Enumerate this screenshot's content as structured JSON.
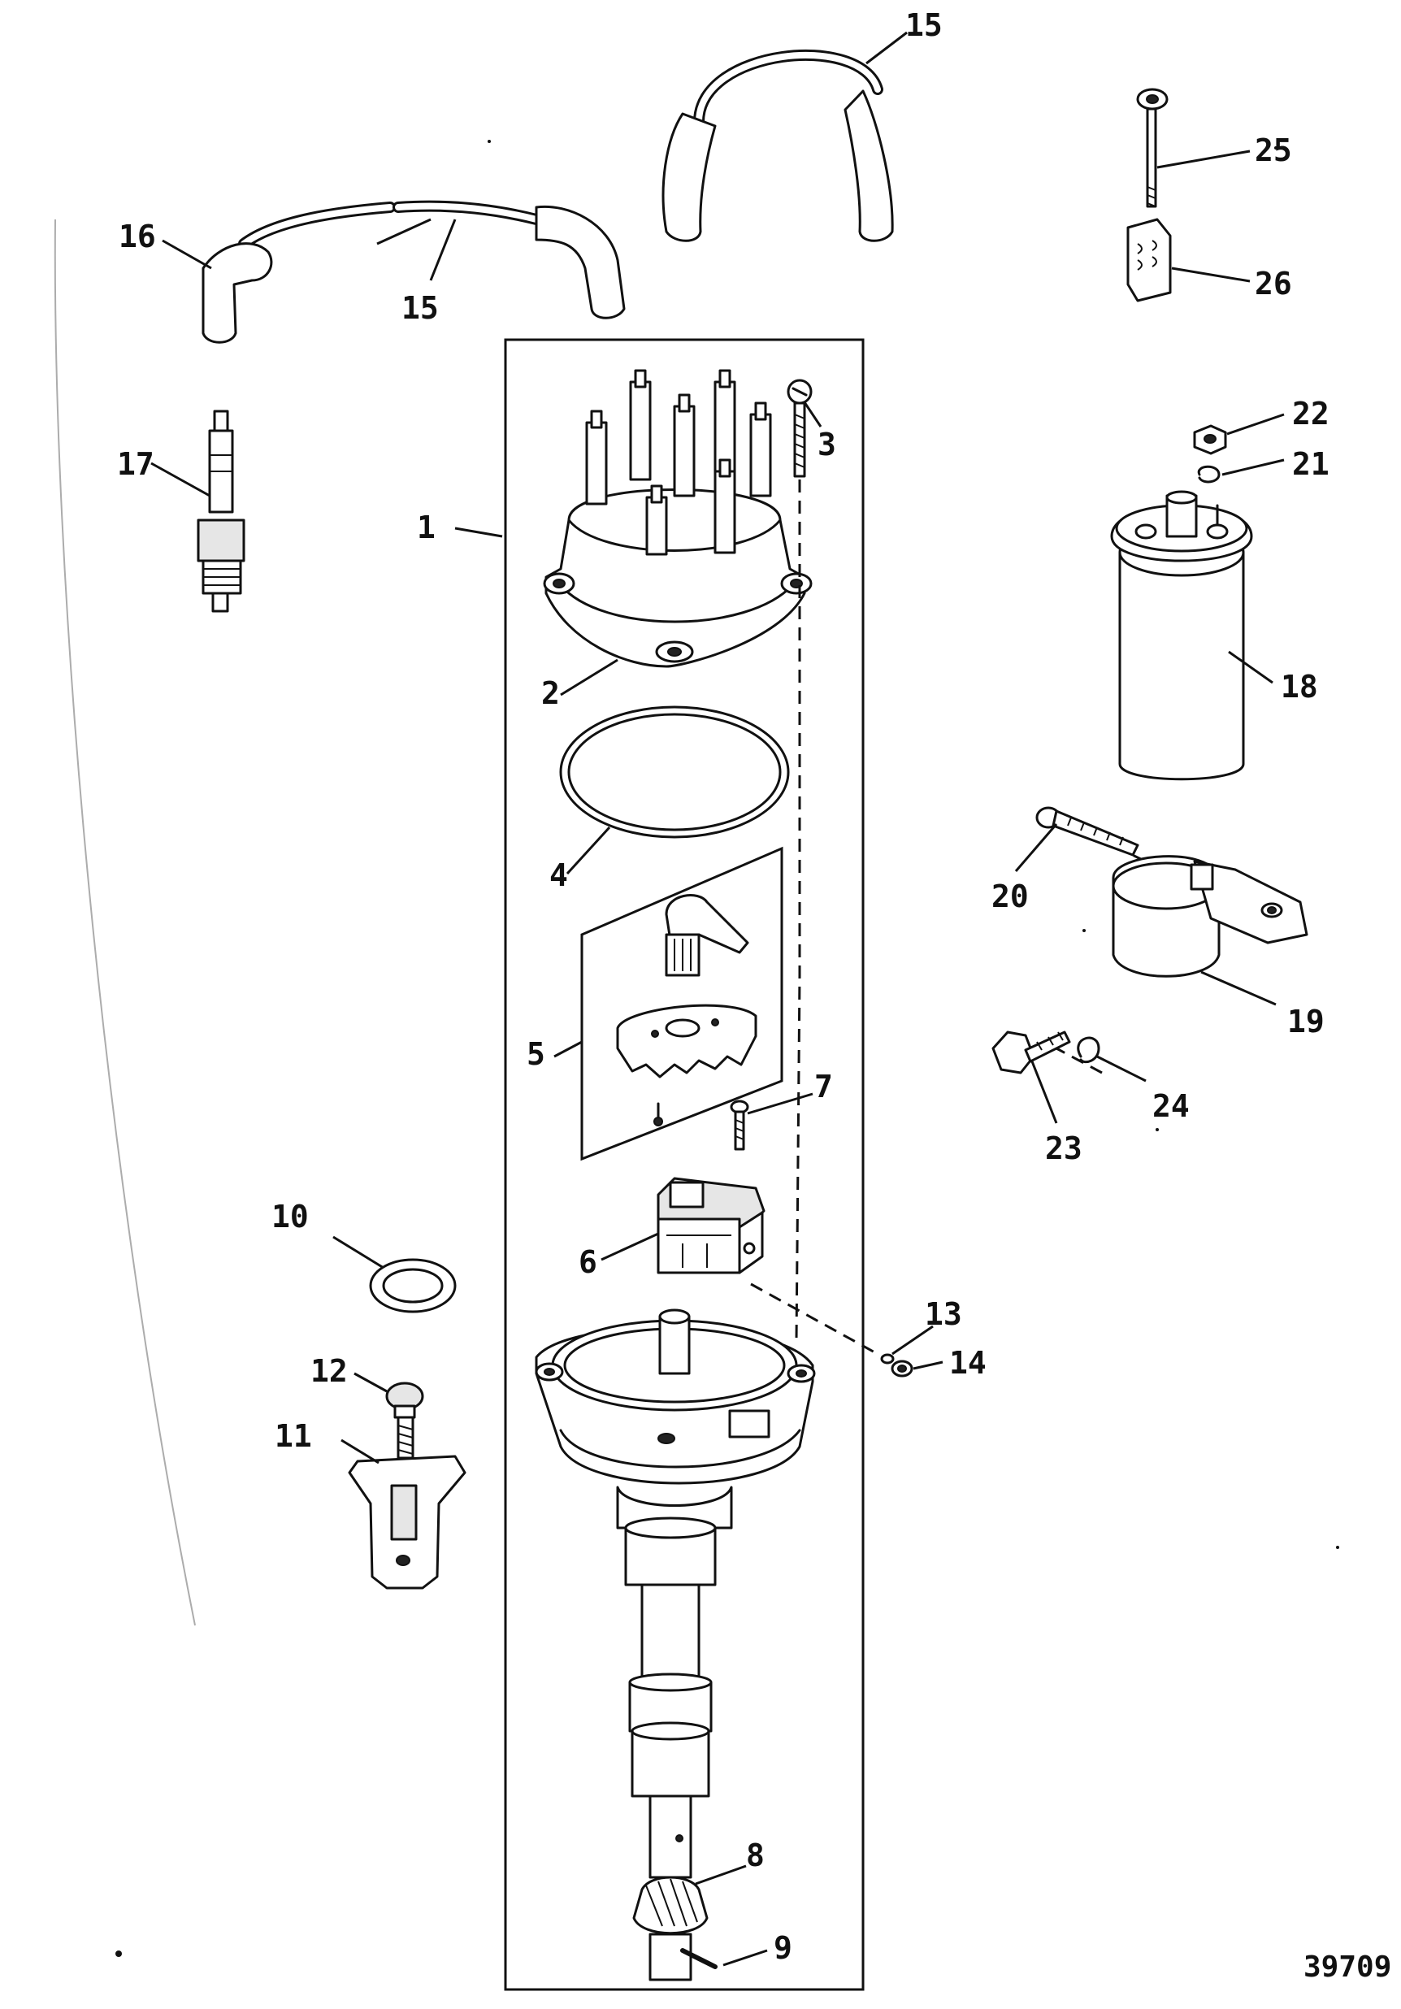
{
  "callouts": {
    "c1": "1",
    "c2": "2",
    "c3": "3",
    "c4": "4",
    "c5": "5",
    "c6": "6",
    "c7": "7",
    "c8": "8",
    "c9": "9",
    "c10": "10",
    "c11": "11",
    "c12": "12",
    "c13": "13",
    "c14": "14",
    "c15a": "15",
    "c15b": "15",
    "c16": "16",
    "c17": "17",
    "c18": "18",
    "c19": "19",
    "c20": "20",
    "c21": "21",
    "c22": "22",
    "c23": "23",
    "c24": "24",
    "c25": "25",
    "c26": "26"
  },
  "figure_number": "39709"
}
